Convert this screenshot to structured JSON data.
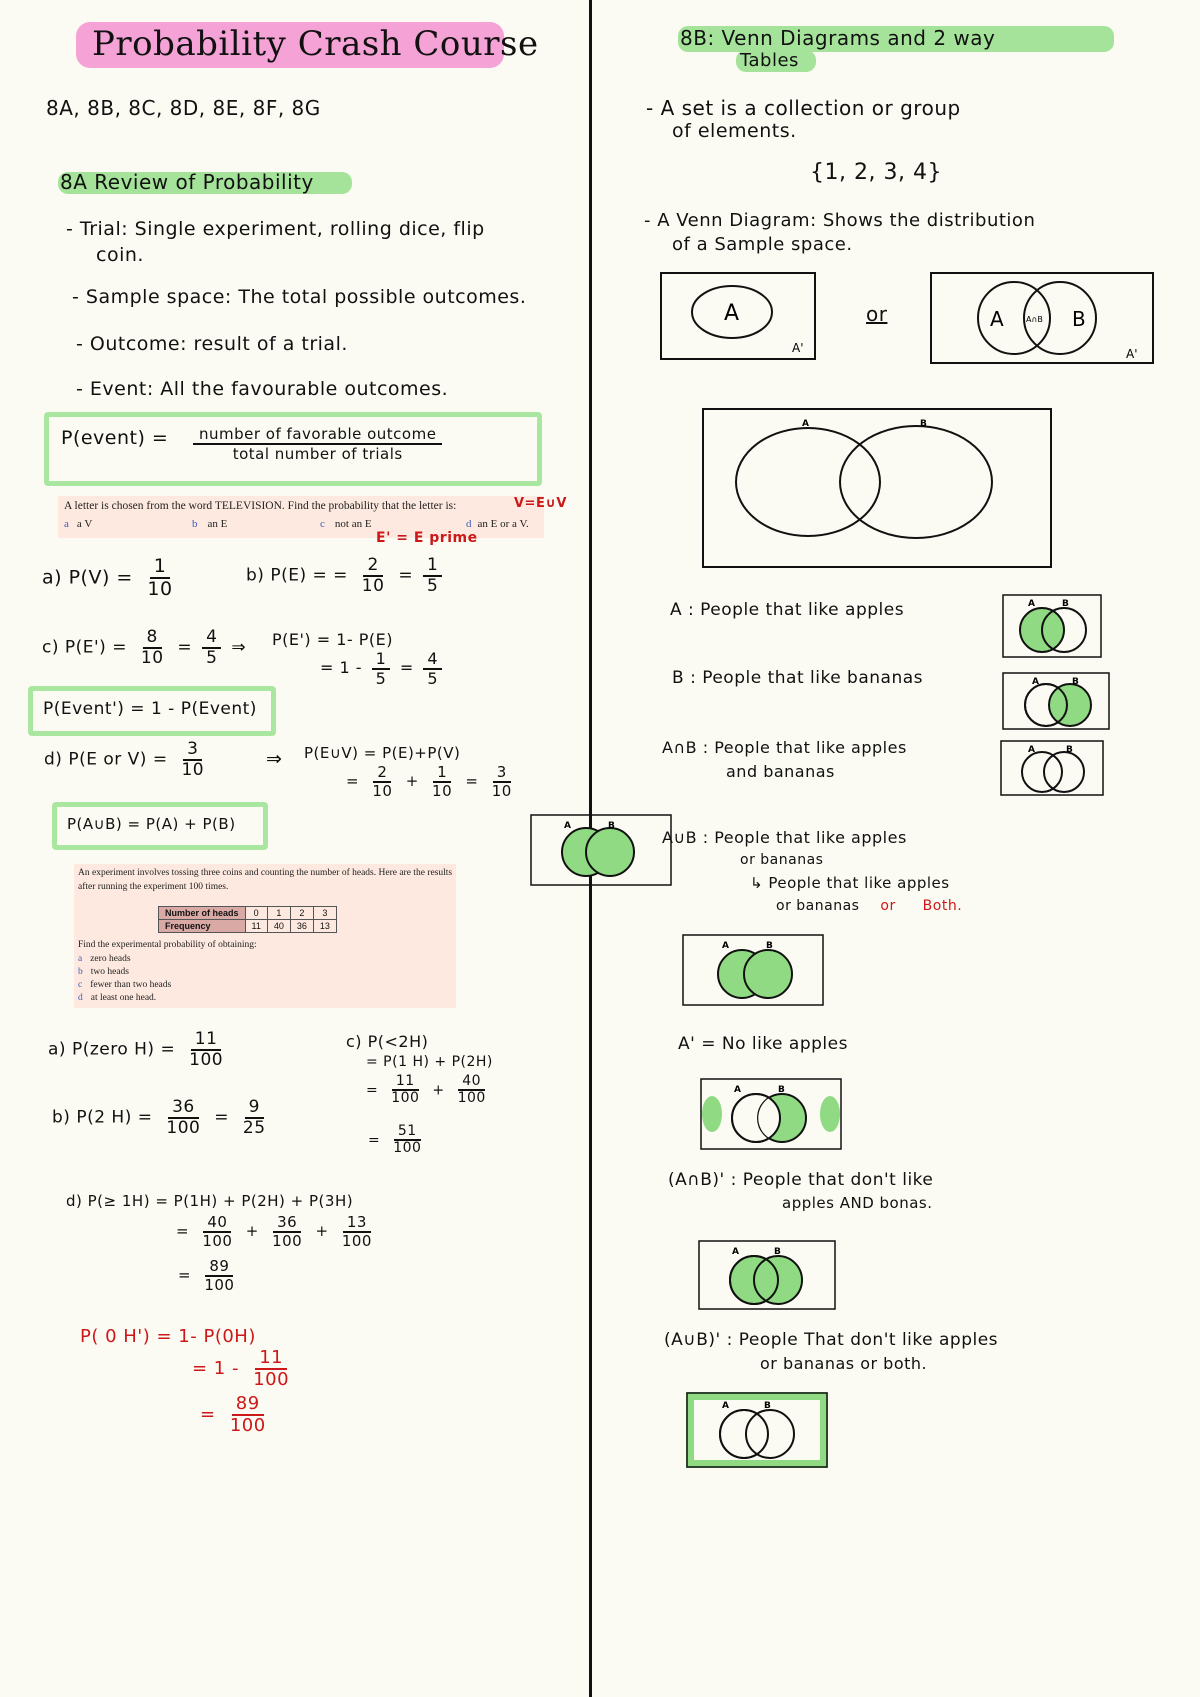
{
  "title": "Probability Crash Course",
  "topics": "8A, 8B, 8C, 8D, 8E, 8F, 8G",
  "left": {
    "section_title": "8A Review of Probability",
    "bullets": [
      "- Trial: Single experiment, rolling dice, flip",
      "coin.",
      "- Sample space: The total possible outcomes.",
      "- Outcome: result of a trial.",
      "- Event: All the favourable outcomes."
    ],
    "formula_p_event": {
      "lhs": "P(event) =",
      "num": "number of favorable outcome",
      "den": "total number of trials"
    },
    "q1": {
      "stem": "A letter is chosen from the word TELEVISION. Find the probability that the letter is:",
      "opts": [
        {
          "k": "a",
          "t": "a V"
        },
        {
          "k": "b",
          "t": "an E"
        },
        {
          "k": "c",
          "t": "not an E"
        },
        {
          "k": "d",
          "t": "an E or a V."
        }
      ],
      "note1": "V=E∪V",
      "note2": "E' = E prime"
    },
    "a_ans": {
      "lhs": "a) P(V) =",
      "num": "1",
      "den": "10"
    },
    "b_ans": {
      "lhs": "b) P(E) =",
      "n1": "2",
      "d1": "10",
      "n2": "1",
      "d2": "5"
    },
    "c_ans": {
      "lhs": "c) P(E') =",
      "n1": "8",
      "d1": "10",
      "n2": "4",
      "d2": "5",
      "arrow": "⇒",
      "rhs1": "P(E') = 1- P(E)",
      "rhs2": "= 1 -",
      "n3": "1",
      "d3": "5",
      "n4": "4",
      "d4": "5"
    },
    "complement_rule": "P(Event') = 1 - P(Event)",
    "d_ans": {
      "lhs": "d) P(E or V) =",
      "num": "3",
      "den": "10",
      "arrow": "⇒",
      "rhs1": "P(E∪V) = P(E)+P(V)",
      "n1": "2",
      "d1": "10",
      "n2": "1",
      "d2": "10",
      "n3": "3",
      "d3": "10"
    },
    "union_rule": "P(A∪B) = P(A) + P(B)",
    "q2": {
      "stem1": "An experiment involves tossing three coins and counting the number of heads. Here are the results",
      "stem2": "after running the experiment 100 times.",
      "row1_hd": "Number of heads",
      "row1": [
        "0",
        "1",
        "2",
        "3"
      ],
      "row2_hd": "Frequency",
      "row2": [
        "11",
        "40",
        "36",
        "13"
      ],
      "find": "Find the experimental probability of obtaining:",
      "opts": [
        {
          "k": "a",
          "t": "zero heads"
        },
        {
          "k": "b",
          "t": "two heads"
        },
        {
          "k": "c",
          "t": "fewer than two heads"
        },
        {
          "k": "d",
          "t": "at least one head."
        }
      ]
    },
    "qa": {
      "lhs": "a) P(zero H) =",
      "num": "11",
      "den": "100"
    },
    "qb": {
      "lhs": "b) P(2 H) =",
      "n1": "36",
      "d1": "100",
      "n2": "9",
      "d2": "25"
    },
    "qc": {
      "lhs": "c) P(<2H)",
      "l2": "= P(1 H) + P(2H)",
      "n1": "11",
      "d1": "100",
      "n2": "40",
      "d2": "100",
      "n3": "51",
      "d3": "100"
    },
    "qd": {
      "lhs": "d) P(≥ 1H) = P(1H) + P(2H) + P(3H)",
      "n1": "40",
      "d1": "100",
      "n2": "36",
      "d2": "100",
      "n3": "13",
      "d3": "100",
      "n4": "89",
      "d4": "100"
    },
    "red": {
      "lhs": "P( 0 H') = 1- P(0H)",
      "l2": "= 1 -",
      "n1": "11",
      "d1": "100",
      "n2": "89",
      "d2": "100"
    }
  },
  "right": {
    "section_title_1": "8B: Venn Diagrams and 2 way",
    "section_title_2": "Tables",
    "set_def_1": "- A set is a collection or group",
    "set_def_2": "of elements.",
    "set_example": "{1, 2, 3, 4}",
    "venn_def_1": "- A Venn Diagram: Shows the distribution",
    "venn_def_2": "of a Sample space.",
    "or_word": "or",
    "labels": {
      "A": "A",
      "B": "B",
      "AnB": "A∩B",
      "Aprime": "A'"
    },
    "desc_A": "A : People that like apples",
    "desc_B": "B : People that like bananas",
    "desc_AnB_1": "A∩B : People that like apples",
    "desc_AnB_2": "and bananas",
    "desc_AuB_1": "A∪B : People that like apples",
    "desc_AuB_2": "or bananas",
    "desc_AuB_3": "↳ People that like apples",
    "desc_AuB_4": "or bananas",
    "desc_AuB_or": "or",
    "desc_AuB_both": "Both.",
    "desc_Ap": "A' = No like apples",
    "desc_AnBp_1": "(A∩B)' : People that don't like",
    "desc_AnBp_2": "apples AND bonas.",
    "desc_AuBp_1": "(A∪B)' : People That don't like apples",
    "desc_AuBp_2": "or bananas or both."
  },
  "colors": {
    "pink": "#f5a3d6",
    "green": "#a6e39a",
    "venn_fill": "#8fda82",
    "red": "#cc1818"
  }
}
